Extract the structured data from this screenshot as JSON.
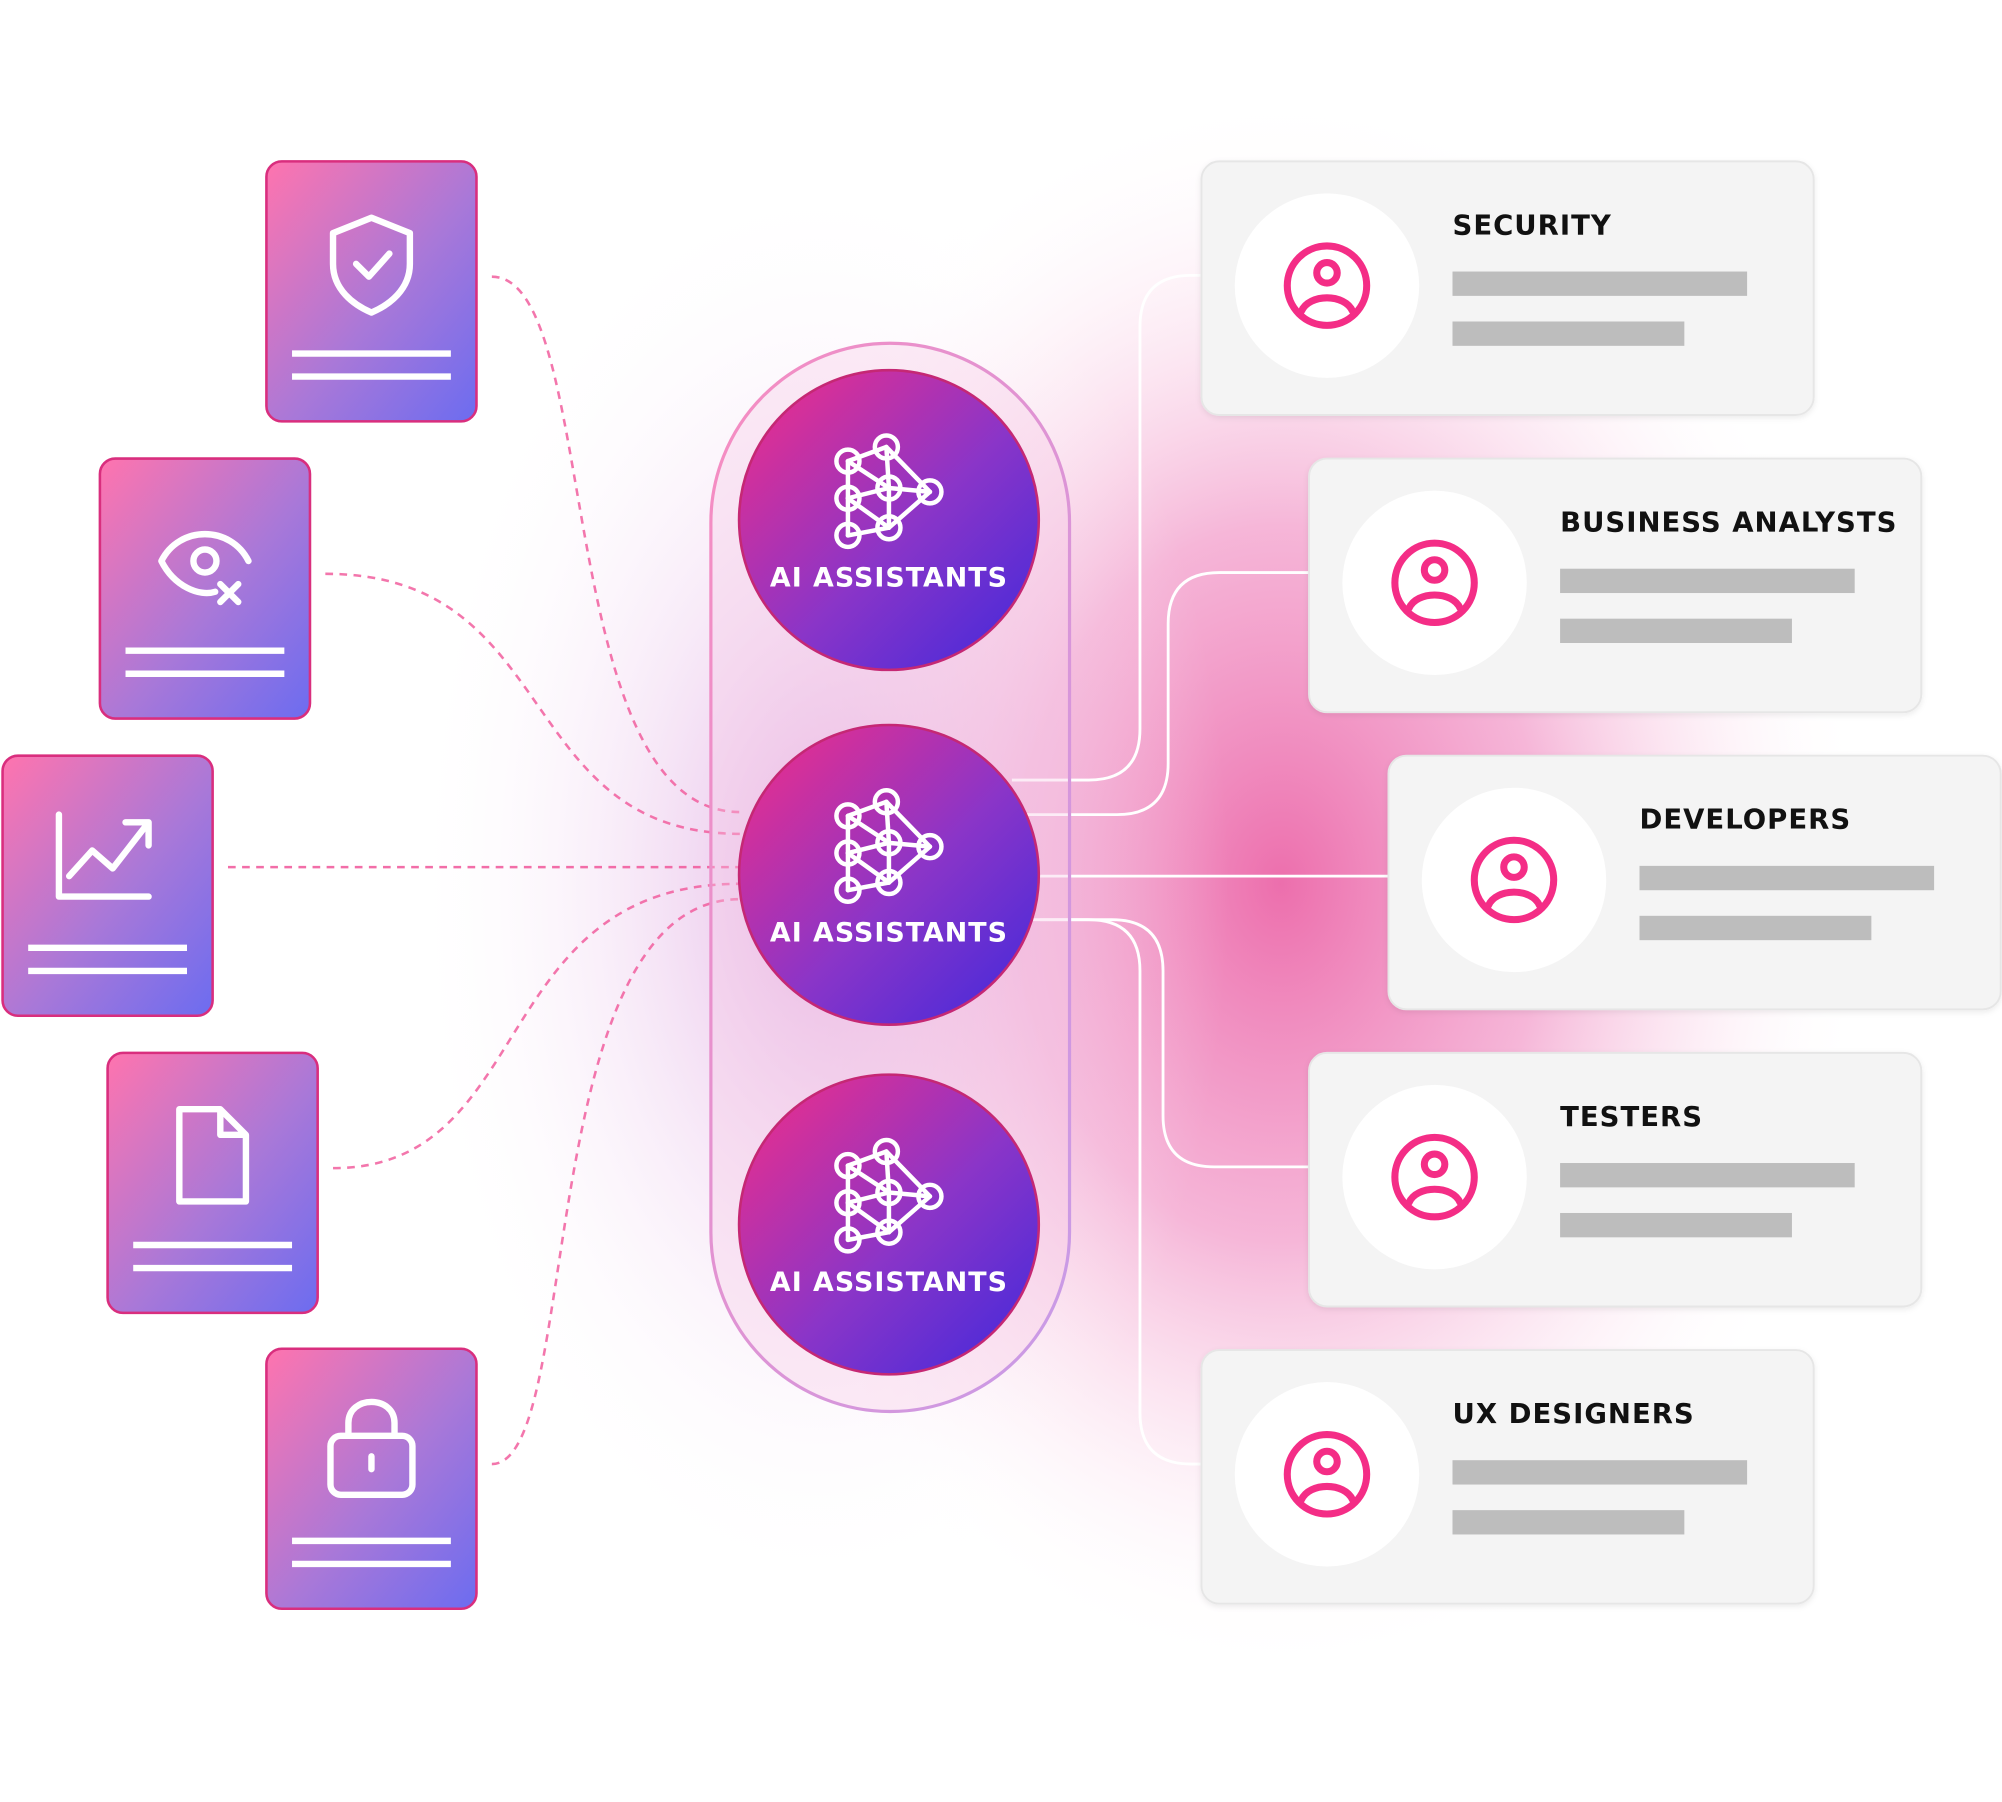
{
  "diagram": {
    "colors": {
      "brand_pink": "#F42D86",
      "brand_purple": "#8A35C8",
      "brand_blue": "#3F28DC",
      "doc_top": "#FF75B0",
      "doc_bottom": "#6C6CF0",
      "doc_border": "#D92E7E",
      "card_bg": "#F4F4F4",
      "card_border": "#E6E6E6",
      "placeholder_bar": "#BDBDBD",
      "connector_dashed": "#F15E9E",
      "connector_solid": "#FFFFFF",
      "label_text": "#111111"
    },
    "source_documents": [
      {
        "icon": "shield-check-icon"
      },
      {
        "icon": "eye-off-icon"
      },
      {
        "icon": "trend-chart-icon"
      },
      {
        "icon": "file-icon"
      },
      {
        "icon": "lock-icon"
      }
    ],
    "assistants": [
      {
        "label": "AI ASSISTANTS",
        "icon": "neural-network-icon"
      },
      {
        "label": "AI ASSISTANTS",
        "icon": "neural-network-icon"
      },
      {
        "label": "AI ASSISTANTS",
        "icon": "neural-network-icon"
      }
    ],
    "roles": [
      {
        "title": "SECURITY",
        "icon": "user-avatar-icon"
      },
      {
        "title": "BUSINESS ANALYSTS",
        "icon": "user-avatar-icon"
      },
      {
        "title": "DEVELOPERS",
        "icon": "user-avatar-icon"
      },
      {
        "title": "TESTERS",
        "icon": "user-avatar-icon"
      },
      {
        "title": "UX DESIGNERS",
        "icon": "user-avatar-icon"
      }
    ]
  }
}
